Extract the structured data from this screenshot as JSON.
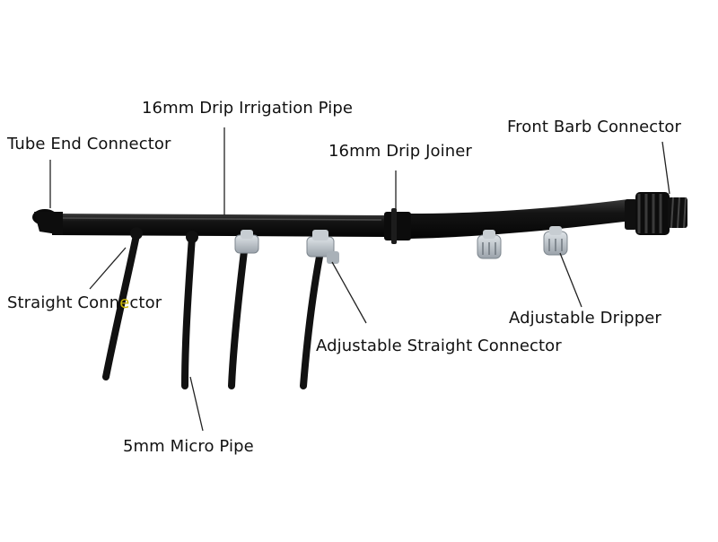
{
  "labels": {
    "pipe_16mm": "16mm Drip Irrigation Pipe",
    "tube_end": "Tube End Connector",
    "front_barb": "Front Barb Connector",
    "joiner": "16mm Drip Joiner",
    "straight_pre": "Straight Conn",
    "straight_mid": "e",
    "straight_post": "ctor",
    "adj_dripper": "Adjustable Dripper",
    "adj_straight": "Adjustable Straight Connector",
    "micro_pipe": "5mm Micro Pipe"
  },
  "colors": {
    "background": "#ffffff",
    "pipe": "#121212",
    "pipe_highlight": "#3a3a3a",
    "fitting": "#b9c0c7",
    "fitting_edge": "#7d868e",
    "leader": "#222222",
    "text": "#111111",
    "highlight_letter": "#c8b400"
  }
}
